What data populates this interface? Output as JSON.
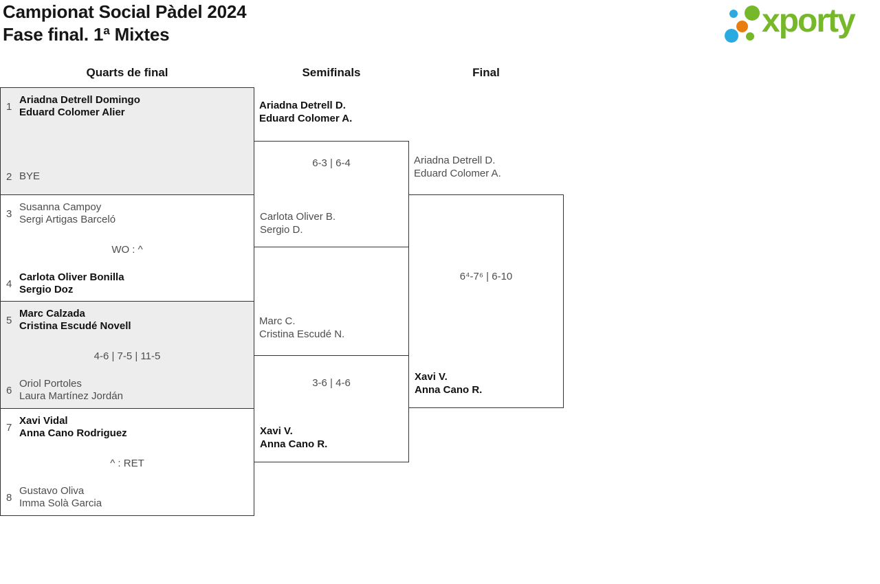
{
  "header": {
    "title_line1": "Campionat Social Pàdel 2024",
    "title_line2": "Fase final. 1ª Mixtes"
  },
  "logo": {
    "text": "xporty",
    "green": "#76b82a",
    "blue": "#29abe2",
    "orange": "#e87d12"
  },
  "round_headers": {
    "quarterfinals": "Quarts de final",
    "semifinals": "Semifinals",
    "final": "Final"
  },
  "quarterfinals": [
    {
      "top": {
        "seed": "1",
        "line1": "Ariadna Detrell Domingo",
        "line2": "Eduard Colomer Alier",
        "winner": true
      },
      "score": "",
      "bottom": {
        "seed": "2",
        "line1": "BYE",
        "line2": "",
        "winner": false
      }
    },
    {
      "top": {
        "seed": "3",
        "line1": "Susanna Campoy",
        "line2": "Sergi Artigas Barceló",
        "winner": false
      },
      "score": "WO : ^",
      "bottom": {
        "seed": "4",
        "line1": "Carlota Oliver Bonilla",
        "line2": "Sergio Doz",
        "winner": true
      }
    },
    {
      "top": {
        "seed": "5",
        "line1": "Marc Calzada",
        "line2": "Cristina Escudé Novell",
        "winner": true
      },
      "score": "4-6 | 7-5 | 11-5",
      "bottom": {
        "seed": "6",
        "line1": "Oriol Portoles",
        "line2": "Laura Martínez Jordán",
        "winner": false
      }
    },
    {
      "top": {
        "seed": "7",
        "line1": "Xavi Vidal",
        "line2": "Anna Cano Rodriguez",
        "winner": true
      },
      "score": "^ : RET",
      "bottom": {
        "seed": "8",
        "line1": "Gustavo Oliva",
        "line2": "Imma Solà Garcia",
        "winner": false
      }
    }
  ],
  "semifinals": [
    {
      "top": {
        "line1": "Ariadna Detrell D.",
        "line2": "Eduard Colomer A.",
        "winner": true
      },
      "score": "6-3 | 6-4",
      "bottom": {
        "line1": "Carlota Oliver B.",
        "line2": "Sergio D.",
        "winner": false
      }
    },
    {
      "top": {
        "line1": "Marc C.",
        "line2": "Cristina Escudé N.",
        "winner": false
      },
      "score": "3-6 | 4-6",
      "bottom": {
        "line1": "Xavi V.",
        "line2": "Anna Cano R.",
        "winner": true
      }
    }
  ],
  "final": {
    "top": {
      "line1": "Ariadna Detrell D.",
      "line2": "Eduard Colomer A.",
      "winner": false
    },
    "score": "6⁴-7⁶ | 6-10",
    "bottom": {
      "line1": "Xavi V.",
      "line2": "Anna Cano R.",
      "winner": true
    }
  }
}
